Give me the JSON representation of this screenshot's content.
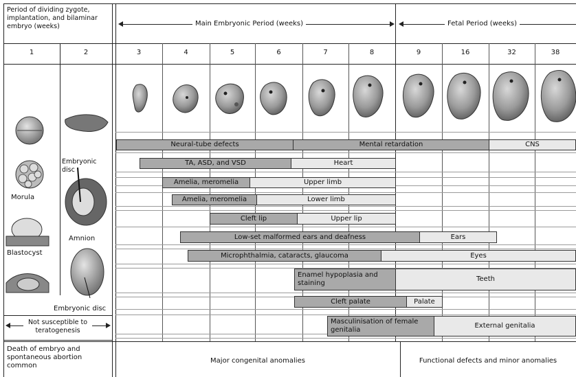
{
  "header": {
    "left_title": "Period of dividing zygote, implantation, and bilaminar embryo (weeks)",
    "main_period": "Main Embryonic Period (weeks)",
    "fetal_period": "Fetal Period (weeks)",
    "weeks": [
      "1",
      "2",
      "3",
      "4",
      "5",
      "6",
      "7",
      "8",
      "9",
      "16",
      "32",
      "38"
    ]
  },
  "left_panel": {
    "labels": {
      "embryonic_disc_top": "Embryonic disc",
      "morula": "Morula",
      "amnion": "Amnion",
      "blastocyst": "Blastocyst",
      "embryonic_disc_bottom": "Embryonic disc"
    },
    "not_susceptible": "Not susceptible to teratogenesis"
  },
  "bars": [
    {
      "label": "Neural-tube defects"
    },
    {
      "label": "Mental retardation"
    },
    {
      "label": "CNS"
    },
    {
      "label": "TA, ASD, and VSD"
    },
    {
      "label": "Heart"
    },
    {
      "label": "Amelia, meromelia"
    },
    {
      "label": "Upper limb"
    },
    {
      "label": "Amelia, meromelia"
    },
    {
      "label": "Lower limb"
    },
    {
      "label": "Cleft lip"
    },
    {
      "label": "Upper lip"
    },
    {
      "label": "Low-set malformed ears and deafness"
    },
    {
      "label": "Ears"
    },
    {
      "label": "Microphthalmia, cataracts, glaucoma"
    },
    {
      "label": "Eyes"
    },
    {
      "label": "Enamel hypoplasia and staining"
    },
    {
      "label": "Teeth"
    },
    {
      "label": "Cleft palate"
    },
    {
      "label": "Palate"
    },
    {
      "label": "Masculinisation of female genitalia"
    },
    {
      "label": "External genitalia"
    }
  ],
  "footer": {
    "left": "Death of embryo and spontaneous abortion common",
    "major": "Major congenital anomalies",
    "functional": "Functional defects and minor anomalies"
  },
  "colors": {
    "dark_bar": "#a9a9a9",
    "mid_bar": "#c6c6c6",
    "light_bar": "#e9e9e9",
    "line": "#222222"
  }
}
